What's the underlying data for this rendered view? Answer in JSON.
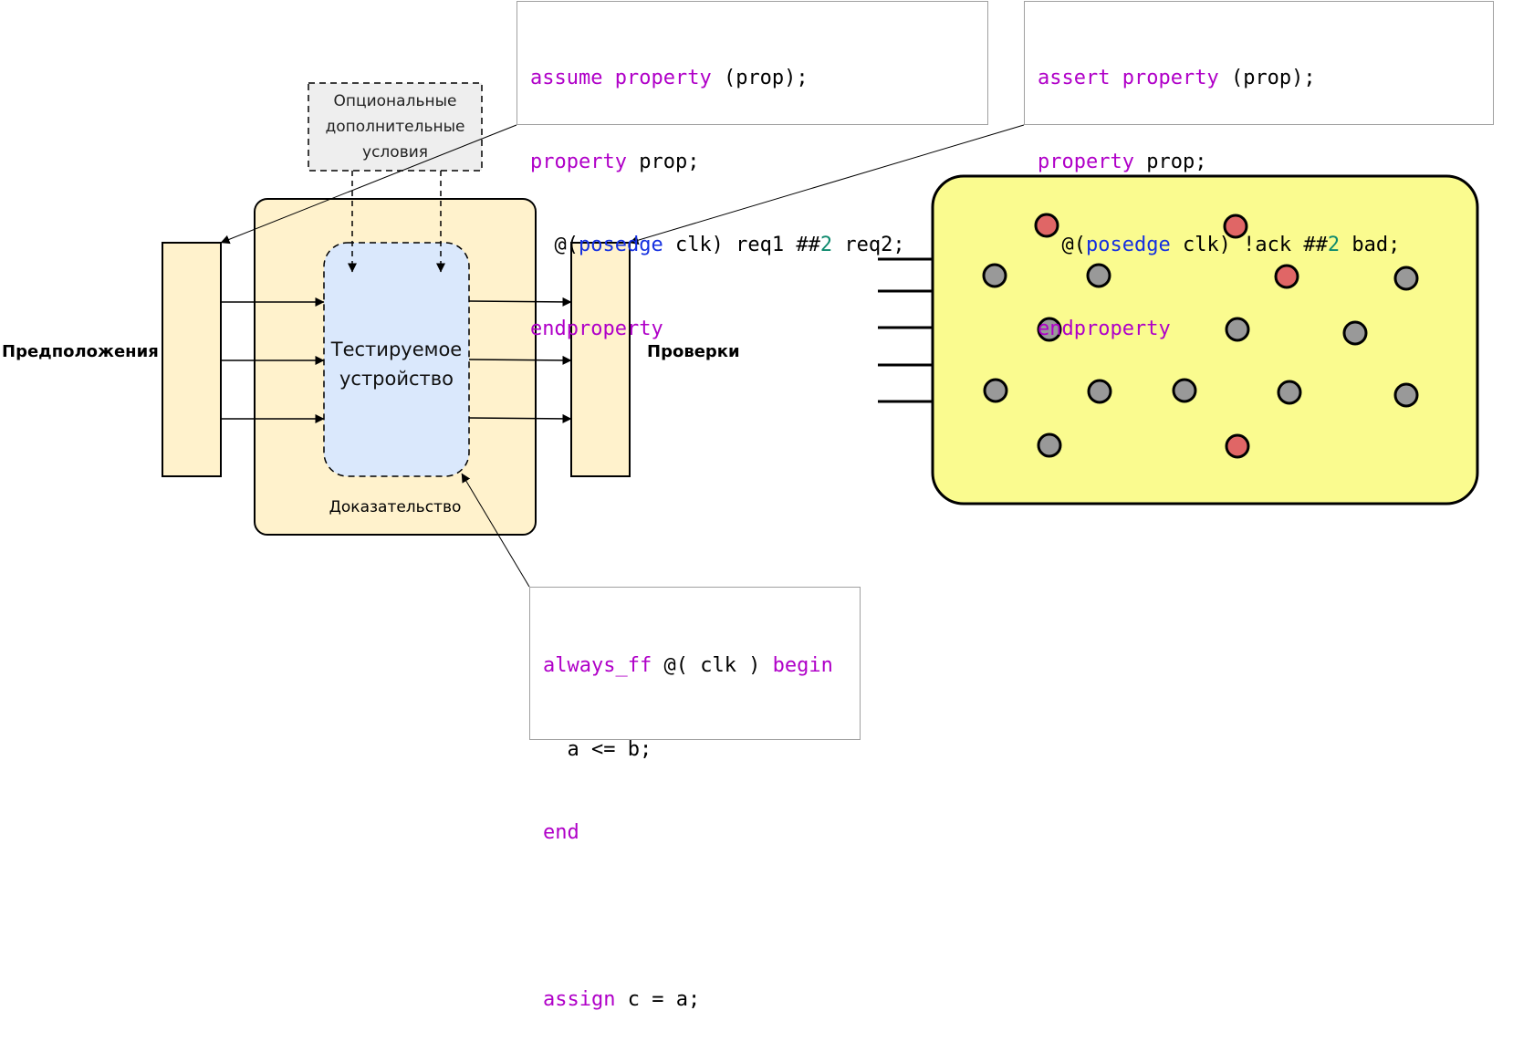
{
  "labels": {
    "assumptions": "Предположения",
    "checks": "Проверки",
    "dut_line1": "Тестируемое",
    "dut_line2": "устройство",
    "proof": "Доказательство",
    "optional_line1": "Опциональные",
    "optional_line2": "дополнительные",
    "optional_line3": "условия"
  },
  "assume_code": {
    "l1_kw1": "assume",
    "l1_kw2": "property",
    "l1_rest": " (prop);",
    "l2_kw": "property",
    "l2_rest": " prop;",
    "l3_pre": "  @(",
    "l3_ty": "posedge",
    "l3_mid": " clk) req1 ##",
    "l3_num": "2",
    "l3_post": " req2;",
    "l4_kw": "endproperty"
  },
  "assert_code": {
    "l1_kw1": "assert",
    "l1_kw2": "property",
    "l1_rest": " (prop);",
    "l2_kw": "property",
    "l2_rest": " prop;",
    "l3_pre": "  @(",
    "l3_ty": "posedge",
    "l3_mid": " clk) !ack ##",
    "l3_num": "2",
    "l3_post": " bad;",
    "l4_kw": "endproperty"
  },
  "rtl_code": {
    "l1_kw1": "always_ff",
    "l1_mid": " @( clk ) ",
    "l1_kw2": "begin",
    "l2": "  a <= b;",
    "l3_kw": "end",
    "l5_kw": "assign",
    "l5_rest": " c = a;"
  },
  "state_space": {
    "node_colors": {
      "reachable": "#999999",
      "bad": "#e06666"
    },
    "nodes": [
      "bad",
      "bad",
      "reachable",
      "reachable",
      "bad",
      "reachable",
      "reachable",
      "reachable",
      "reachable",
      "reachable",
      "reachable",
      "reachable",
      "reachable",
      "reachable",
      "reachable",
      "bad"
    ]
  },
  "colors": {
    "frame_fill": "#fff2cc",
    "dut_fill": "#dae8fc",
    "optional_fill": "#eeeeee",
    "state_space_fill": "#fafb8f",
    "keyword": "#b000c8",
    "type": "#1530e0",
    "number": "#0f8a6e"
  }
}
